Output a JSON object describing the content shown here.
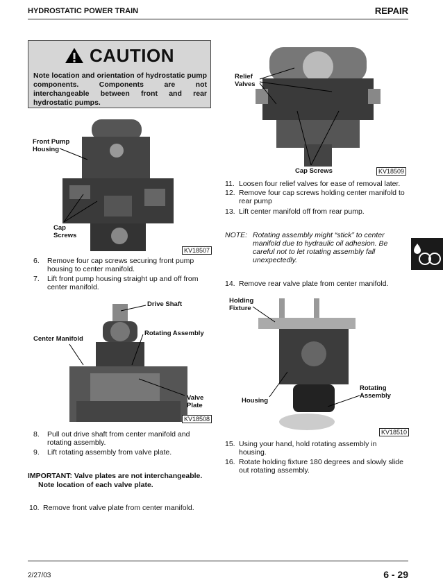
{
  "header": {
    "section": "HYDROSTATIC POWER TRAIN",
    "topic": "REPAIR"
  },
  "caution": {
    "title": "CAUTION",
    "text": "Note location and orientation of hydrostatic pump components. Components are not interchangeable between front and rear hydrostatic pumps."
  },
  "figures": {
    "fig1": {
      "id": "KV18507",
      "labels": {
        "front_pump_housing": [
          "Front Pump",
          "Housing"
        ],
        "cap_screws": [
          "Cap",
          "Screws"
        ]
      }
    },
    "fig2": {
      "id": "KV18508",
      "labels": {
        "drive_shaft": "Drive Shaft",
        "rotating_assembly": "Rotating Assembly",
        "center_manifold": "Center Manifold",
        "valve_plate": [
          "Valve",
          "Plate"
        ]
      }
    },
    "fig3": {
      "id": "KV18509",
      "labels": {
        "relief_valves": [
          "Relief",
          "Valves"
        ],
        "cap_screws": "Cap Screws"
      }
    },
    "fig4": {
      "id": "KV18510",
      "labels": {
        "holding_fixture": [
          "Holding",
          "Fixture"
        ],
        "housing": "Housing",
        "rotating_assembly": [
          "Rotating",
          "Assembly"
        ]
      }
    }
  },
  "steps": {
    "s6": {
      "num": "6.",
      "l1": "Remove four cap screws securing front pump",
      "l2": "housing to center manifold."
    },
    "s7": {
      "num": "7.",
      "l1": "Lift front pump housing straight up and off from",
      "l2": "center manifold."
    },
    "s8": {
      "num": "8.",
      "l1": "Pull out drive shaft from center manifold and",
      "l2": "rotating assembly."
    },
    "s9": {
      "num": "9.",
      "l1": "Lift rotating assembly from valve plate."
    },
    "s10": {
      "num": "10.",
      "l1": "Remove front valve plate from center manifold."
    },
    "s11": {
      "num": "11.",
      "l1": "Loosen four relief valves for ease of removal later."
    },
    "s12": {
      "num": "12.",
      "l1": "Remove four cap screws holding center manifold to",
      "l2": "rear pump"
    },
    "s13": {
      "num": "13.",
      "l1": "Lift center manifold off from rear pump."
    },
    "s14": {
      "num": "14.",
      "l1": "Remove rear valve plate from center manifold."
    },
    "s15": {
      "num": "15.",
      "l1": "Using your hand, hold rotating assembly in",
      "l2": "housing."
    },
    "s16": {
      "num": "16.",
      "l1": "Rotate holding fixture 180 degrees and slowly slide",
      "l2": "out rotating assembly."
    }
  },
  "note": {
    "label": "NOTE:",
    "lines": [
      "Rotating assembly might “stick” to center",
      "manifold due to hydraulic oil adhesion. Be",
      "careful not to let rotating assembly fall",
      "unexpectedly."
    ]
  },
  "important": {
    "line1": "IMPORTANT:  Valve plates are not interchangeable.",
    "line2": "Note location of each valve plate."
  },
  "footer": {
    "date": "2/27/03",
    "page": "6 - 29"
  }
}
